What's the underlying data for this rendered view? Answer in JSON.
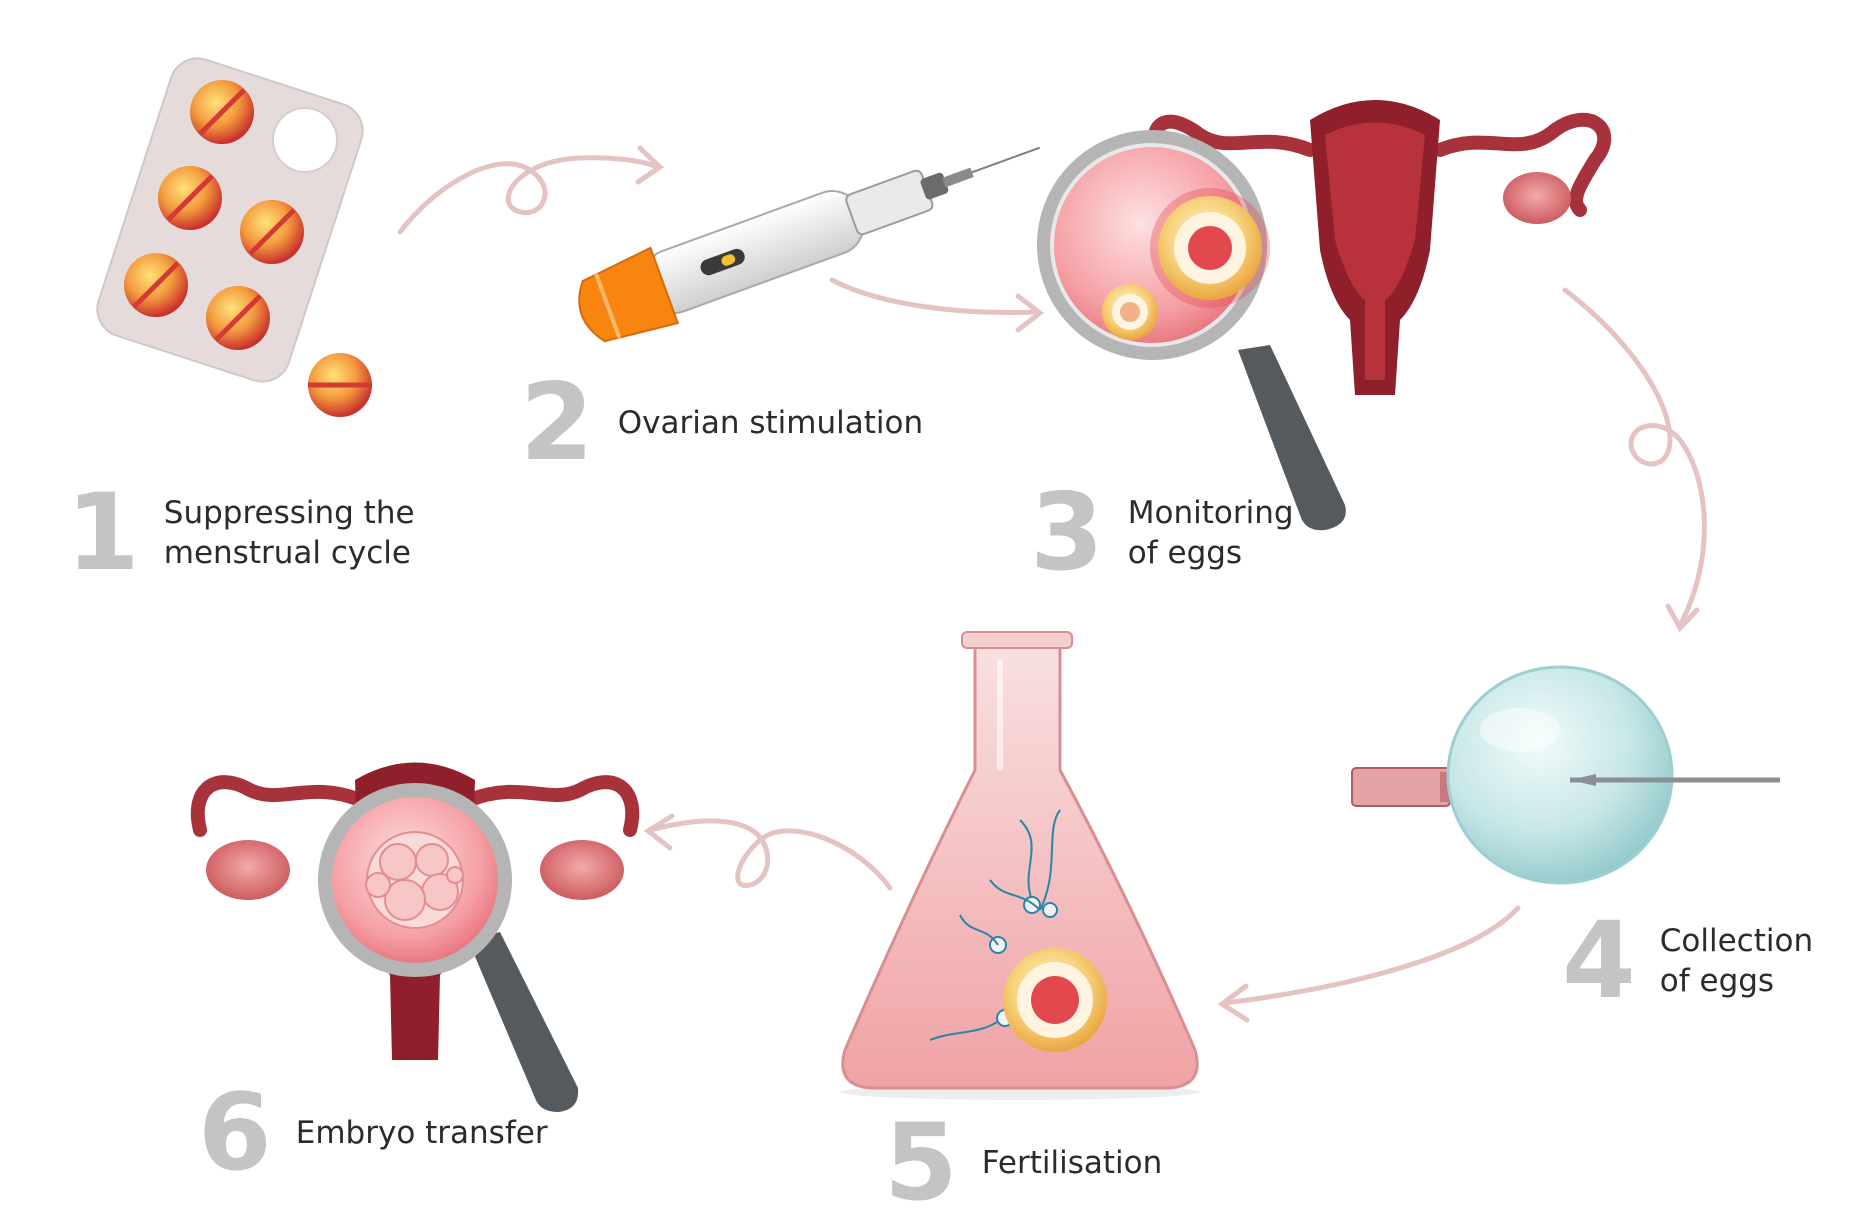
{
  "colors": {
    "arrow": "#e5c3c2",
    "tissue": "#8f1f2a",
    "tissue_light": "#c85a60",
    "pink": "#f6b9b6",
    "egg_ring": "#f7d27c",
    "egg_core": "#e2484d",
    "pen_cap": "#f7850f",
    "handle": "#555a5e",
    "number_gray": "#c4c4c4",
    "label_text": "#2b2b2b"
  },
  "steps": [
    {
      "number": "1",
      "label": "Suppressing the\nmenstrual cycle",
      "icon": "pill-blister-pack-icon"
    },
    {
      "number": "2",
      "label": "Ovarian stimulation",
      "icon": "injection-pen-icon"
    },
    {
      "number": "3",
      "label": "Monitoring\nof eggs",
      "icon": "magnified-uterus-egg-icon"
    },
    {
      "number": "4",
      "label": "Collection\nof eggs",
      "icon": "egg-retrieval-needle-icon"
    },
    {
      "number": "5",
      "label": "Fertilisation",
      "icon": "flask-sperm-egg-icon"
    },
    {
      "number": "6",
      "label": "Embryo transfer",
      "icon": "magnified-uterus-embryo-icon"
    }
  ]
}
